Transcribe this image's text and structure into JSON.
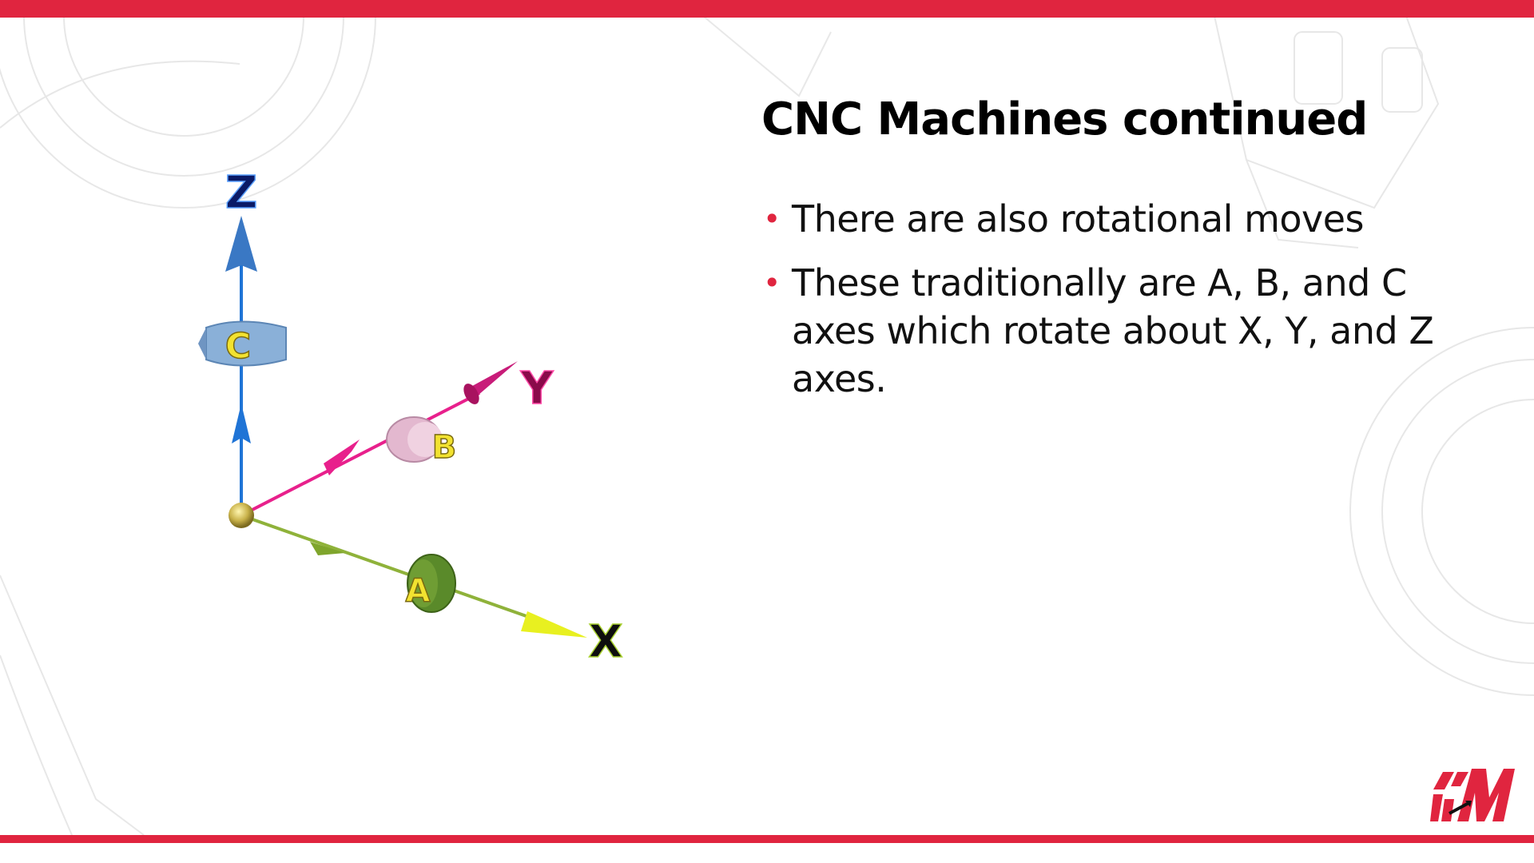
{
  "slide": {
    "title": "CNC Machines continued",
    "bullets": [
      "There are also rotational moves",
      "These traditionally are A, B, and C axes which rotate about X, Y, and Z axes."
    ]
  },
  "diagram": {
    "linear_axes": {
      "x": "X",
      "y": "Y",
      "z": "Z"
    },
    "rotary_axes": {
      "a": "A",
      "b": "B",
      "c": "C"
    }
  },
  "colors": {
    "accent": "#e0253f",
    "x_axis": "#8fb23a",
    "y_axis": "#e8208c",
    "z_axis": "#1f74d6",
    "rotary_label": "#f2e230"
  },
  "icons": {
    "logo": "brand-logo",
    "background": "machine-line-art"
  }
}
